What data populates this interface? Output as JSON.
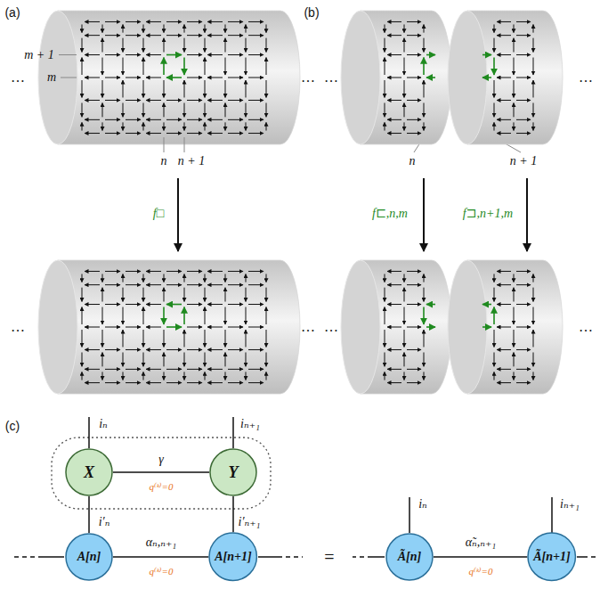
{
  "diagram": {
    "nodes": [
      {
        "text": [
          "X"
        ]
      },
      {
        "text": [
          "Y"
        ]
      },
      {
        "text": [
          "A[n]"
        ]
      },
      {
        "text": [
          "A[n+1]"
        ]
      },
      {
        "text": [
          "Ã[n]"
        ]
      },
      {
        "text": [
          "Ã[n+1]"
        ]
      }
    ],
    "edges": [
      {
        "from": 0,
        "to": 1,
        "arrow": "none",
        "label": "γ"
      },
      {
        "from": 0,
        "to": 2,
        "arrow": "none",
        "label": "i′ₙ"
      },
      {
        "from": 1,
        "to": 3,
        "arrow": "none",
        "label": "i′ₙ₊₁"
      },
      {
        "from": 2,
        "to": 3,
        "arrow": "none",
        "label": "αₙ,ₙ₊₁"
      },
      {
        "from": 4,
        "to": 5,
        "arrow": "none",
        "label": "α̃ₙ,ₙ₊₁"
      }
    ],
    "labels": [
      "(a)",
      "(b)",
      "(c)",
      "…",
      "…",
      "m + 1",
      "m",
      "n",
      "n + 1",
      "f□",
      "…",
      "…",
      "…",
      "…",
      "n",
      "n + 1",
      "f⊏,n,m",
      "f⊐,n+1,m",
      "…",
      "…",
      "iₙ",
      "iₙ₊₁",
      "q⁽ᵏ⁾=0",
      "q⁽ᵏ⁾=0",
      "=",
      "iₙ",
      "iₙ₊₁",
      "q⁽ᵏ⁾=0"
    ]
  }
}
